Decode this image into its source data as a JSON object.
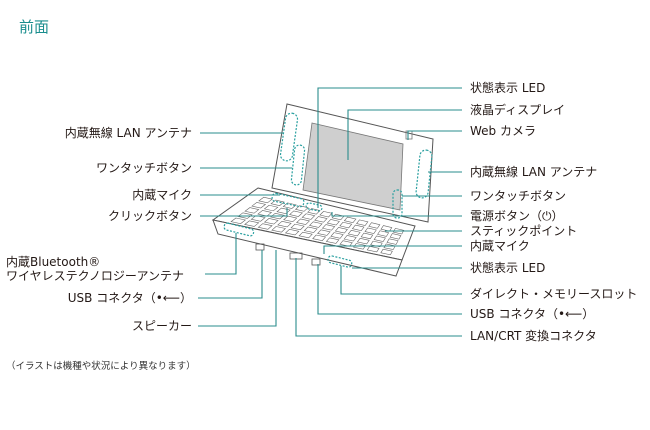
{
  "title": "前面",
  "left_labels": [
    "内蔵無線 LAN アンテナ",
    "ワンタッチボタン",
    "内蔵マイク",
    "クリックボタン",
    "内蔵Bluetooth®",
    "ワイヤレステクノロジーアンテナ",
    "USB コネクタ（•⟵）",
    "スピーカー"
  ],
  "right_labels": [
    "状態表示 LED",
    "液晶ディスプレイ",
    "Web カメラ",
    "内蔵無線 LAN アンテナ",
    "ワンタッチボタン",
    "電源ボタン（⏻）",
    "スティックポイント",
    "内蔵マイク",
    "状態表示 LED",
    "ダイレクト・メモリースロット",
    "USB コネクタ（•⟵）",
    "LAN/CRT 変換コネクタ"
  ],
  "note": "（イラストは機種や状況により異なります）",
  "colors": {
    "accent": "#1a8e8e",
    "leader": "#2a8c8c"
  }
}
